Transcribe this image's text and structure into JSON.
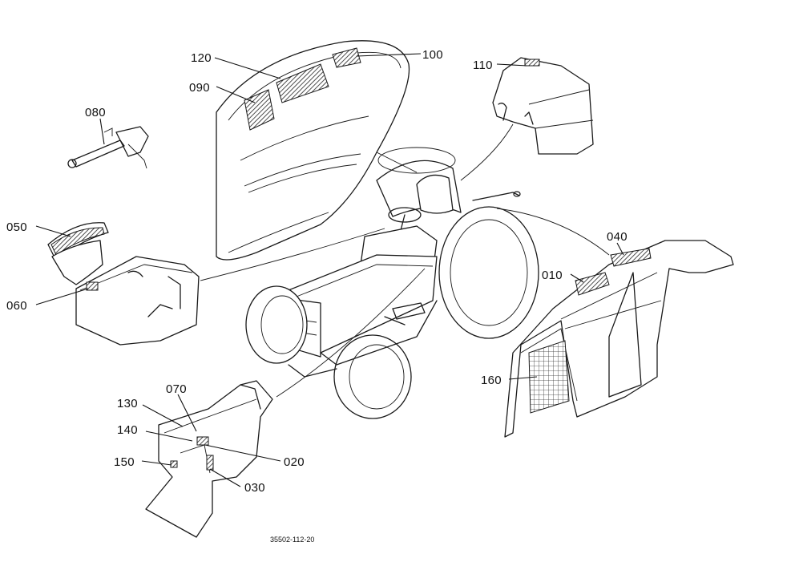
{
  "parts": [
    {
      "id": "p120",
      "label": "120"
    },
    {
      "id": "p100",
      "label": "100"
    },
    {
      "id": "p090",
      "label": "090"
    },
    {
      "id": "p110",
      "label": "110"
    },
    {
      "id": "p080",
      "label": "080"
    },
    {
      "id": "p050",
      "label": "050"
    },
    {
      "id": "p060",
      "label": "060"
    },
    {
      "id": "p040",
      "label": "040"
    },
    {
      "id": "p010",
      "label": "010"
    },
    {
      "id": "p160",
      "label": "160"
    },
    {
      "id": "p070",
      "label": "070"
    },
    {
      "id": "p130",
      "label": "130"
    },
    {
      "id": "p140",
      "label": "140"
    },
    {
      "id": "p020",
      "label": "020"
    },
    {
      "id": "p150",
      "label": "150"
    },
    {
      "id": "p030",
      "label": "030"
    }
  ],
  "reference_code": "35502-112-20"
}
